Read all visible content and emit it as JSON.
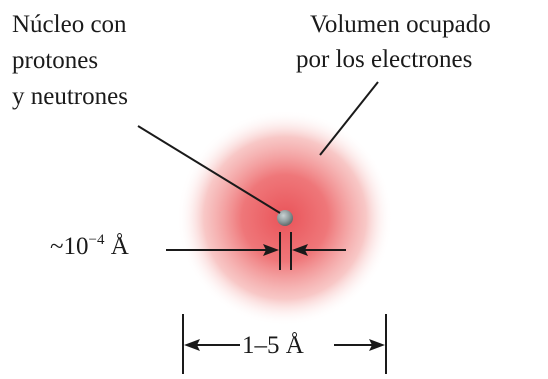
{
  "labels": {
    "nucleus": [
      "Núcleo con",
      "protones",
      "y neutrones"
    ],
    "volume": [
      "Volumen ocupado",
      "por los electrones"
    ]
  },
  "measurements": {
    "nucleus_prefix": "~10",
    "nucleus_exponent": "−4",
    "nucleus_unit": " Å",
    "atom_size": "1–5 Å"
  },
  "colors": {
    "cloud": "#e8474d",
    "nucleus": "#8e9a9b",
    "ink": "#1a1a1a"
  }
}
